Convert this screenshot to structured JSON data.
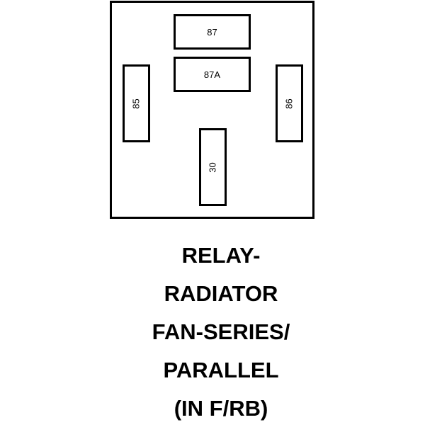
{
  "diagram": {
    "pins": {
      "pin_87": "87",
      "pin_87a": "87A",
      "pin_85": "85",
      "pin_86": "86",
      "pin_30": "30"
    },
    "caption_lines": [
      "RELAY-",
      "RADIATOR",
      "FAN-SERIES/",
      "PARALLEL",
      "(IN F/RB)"
    ]
  }
}
